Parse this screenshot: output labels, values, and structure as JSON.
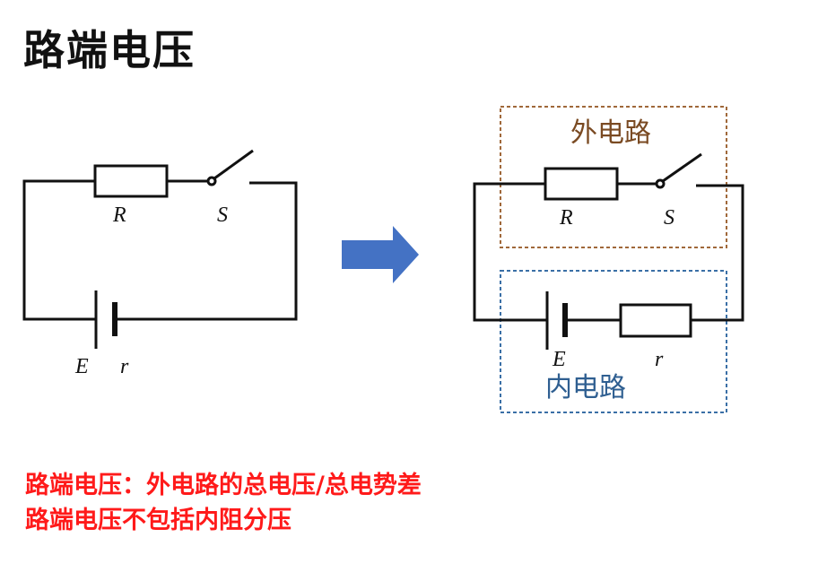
{
  "title": "路端电压",
  "left_circuit": {
    "resistor_label": "R",
    "switch_label": "S",
    "emf_label": "E",
    "internal_resistance_label": "r"
  },
  "right_circuit": {
    "resistor_label": "R",
    "switch_label": "S",
    "emf_label": "E",
    "internal_resistance_label": "r",
    "external_region_label": "外电路",
    "internal_region_label": "内电路"
  },
  "notes": [
    "路端电压：外电路的总电压/总电势差",
    "路端电压不包括内阻分压"
  ],
  "colors": {
    "external_region": "#a0683a",
    "internal_region": "#3a6fa6",
    "arrow": "#4472c4",
    "note": "#ff1a1a",
    "wire": "#111111"
  }
}
